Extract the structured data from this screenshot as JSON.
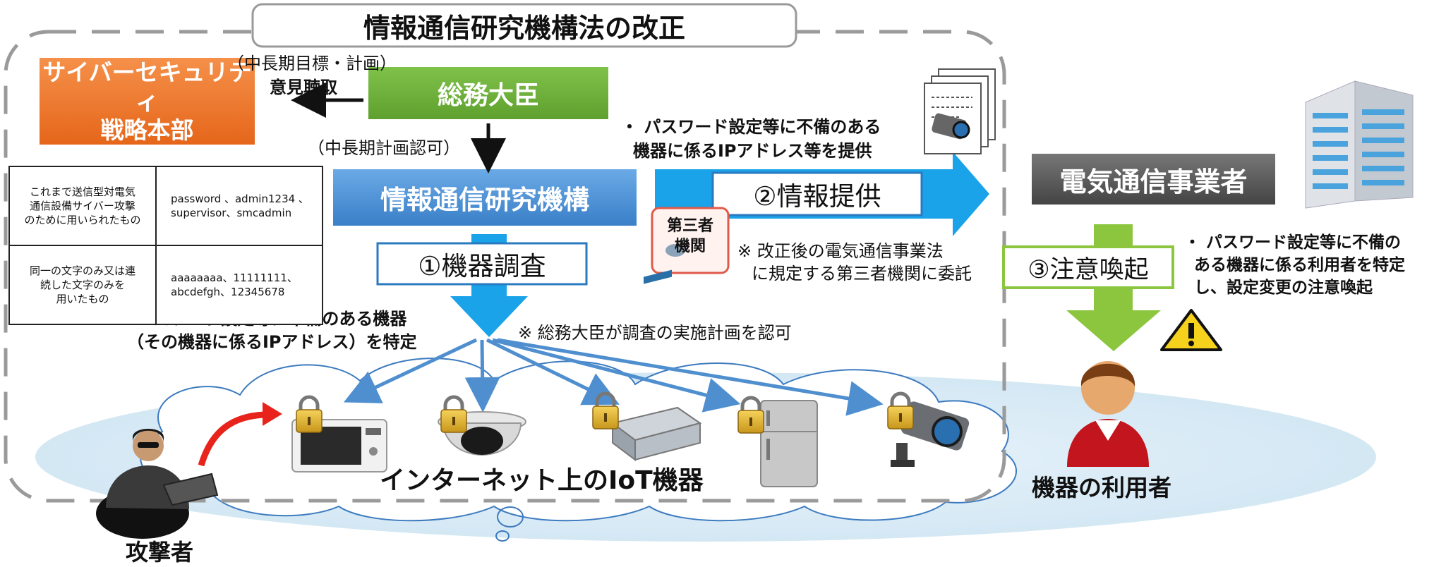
{
  "title": "情報通信研究機構法の改正",
  "cyber_hq": {
    "line1": "サイバーセキュリティ",
    "line2": "戦略本部"
  },
  "minister": "総務大臣",
  "midterm_plan": "（中長期目標・計画）",
  "opinion": "意見聴取",
  "midterm_approval": "（中長期計画認可）",
  "nict": "情報通信研究機構",
  "step1": "①機器調査",
  "step2": "②情報提供",
  "step3": "③注意喚起",
  "third_party": {
    "line1": "第三者",
    "line2": "機関"
  },
  "provide_note": {
    "line1": "・ パスワード設定等に不備のある",
    "line2": "機器に係るIPアドレス等を提供"
  },
  "delegate_note": {
    "line1": "※ 改正後の電気通信事業法",
    "line2": "に規定する第三者機関に委託"
  },
  "identify_note": {
    "line1": "・ パスワード設定等に不備のある機器",
    "line2": "（その機器に係るIPアドレス）を特定"
  },
  "approve_note": "※ 総務大臣が調査の実施計画を認可",
  "telecom": "電気通信事業者",
  "alert_note": {
    "line1": "・ パスワード設定等に不備の",
    "line2": "ある機器に係る利用者を特定",
    "line3": "し、設定変更の注意喚起"
  },
  "iot": "インターネット上のIoT機器",
  "attacker": "攻撃者",
  "device_user": "機器の利用者",
  "password_table": {
    "rows": [
      {
        "label": [
          "これまで送信型対電気",
          "通信設備サイバー攻撃",
          "のために用いられたもの"
        ],
        "examples": [
          "password 、admin1234 、",
          "supervisor、smcadmin"
        ]
      },
      {
        "label": [
          "同一の文字のみ又は連",
          "続した文字のみを",
          "用いたもの"
        ],
        "examples": [
          "aaaaaaaa、11111111、",
          "abcdefgh、12345678"
        ]
      }
    ]
  },
  "colors": {
    "orange": "#ef7a2a",
    "green": "#6fb43a",
    "blue": "#4a8fd4",
    "arrow_blue": "#1aa3e8",
    "arrow_green": "#8cc63f",
    "gray": "#5c5c5c",
    "cloud": "#d9ebf5"
  },
  "icons": [
    "lock-icon",
    "microwave-icon",
    "dome-camera-icon",
    "recorder-icon",
    "refrigerator-icon",
    "security-camera-icon",
    "warning-icon",
    "building-icon",
    "documents-icon",
    "user-icon",
    "hacker-icon"
  ]
}
